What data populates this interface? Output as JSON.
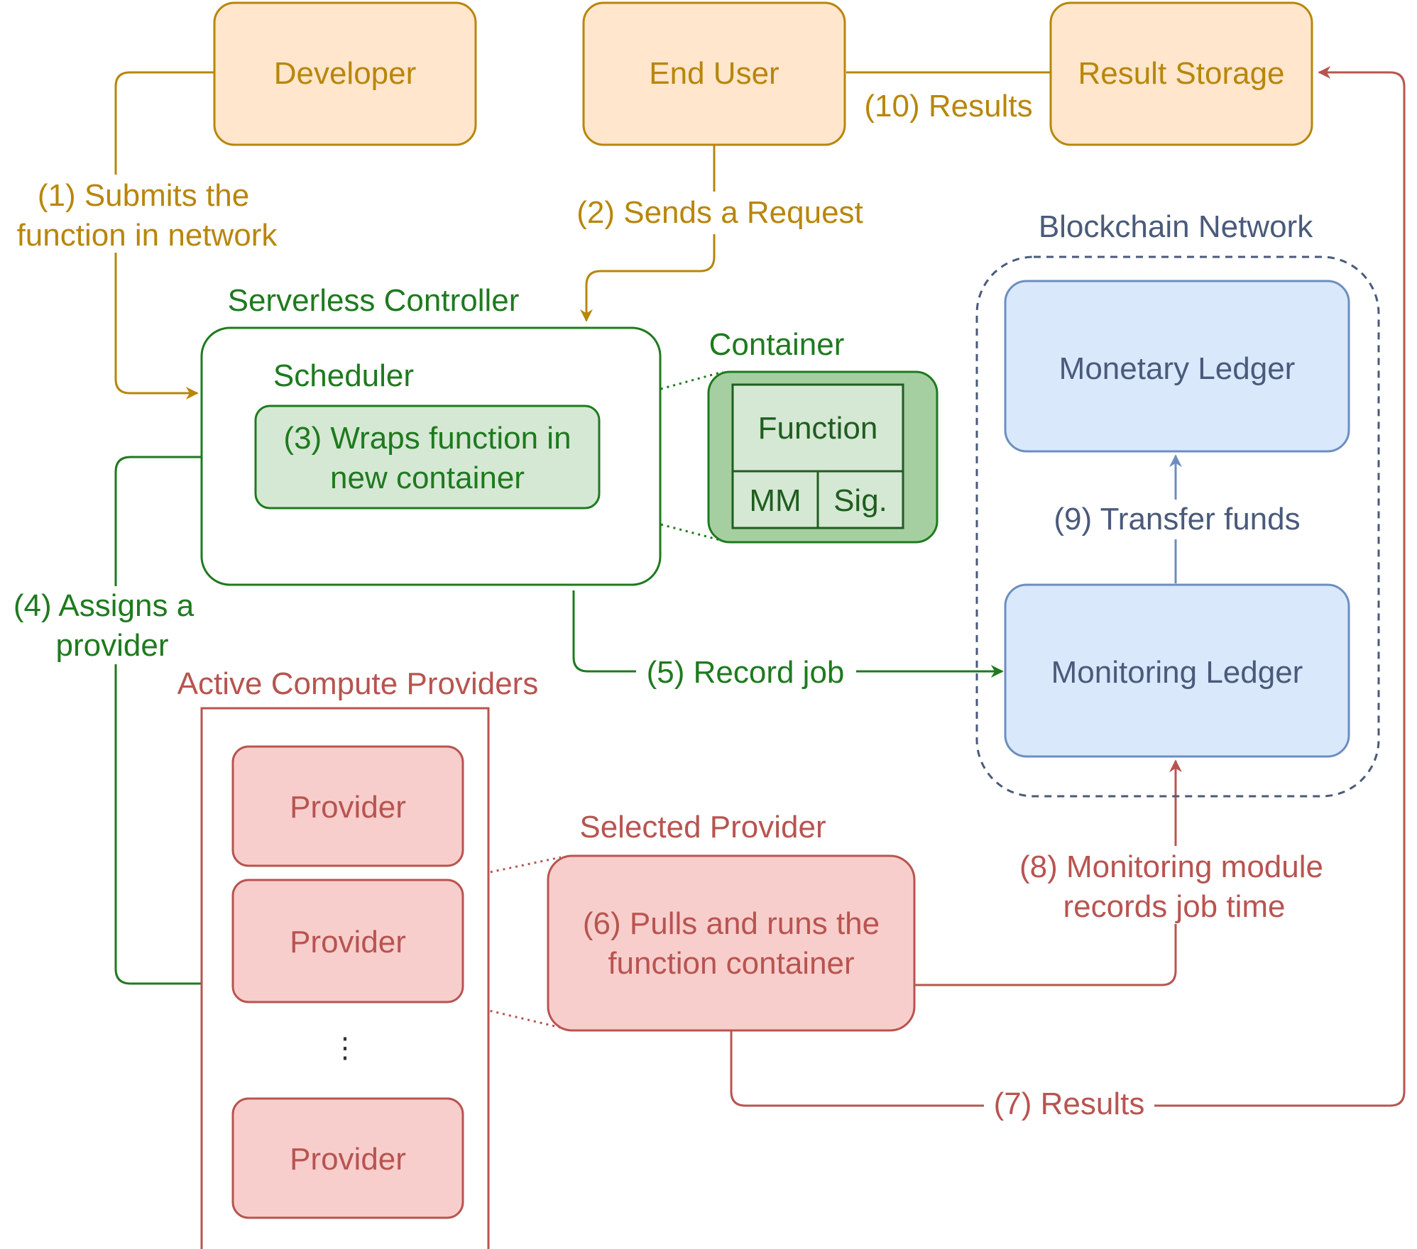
{
  "nodes": {
    "developer": "Developer",
    "end_user": "End User",
    "result_storage": "Result Storage",
    "serverless_controller": "Serverless Controller",
    "scheduler": "Scheduler",
    "wraps_line1": "(3) Wraps function in",
    "wraps_line2": "new container",
    "container": "Container",
    "function": "Function",
    "mm": "MM",
    "sig": "Sig.",
    "blockchain_network": "Blockchain Network",
    "monetary_ledger": "Monetary Ledger",
    "monitoring_ledger": "Monitoring Ledger",
    "active_compute_providers": "Active Compute Providers",
    "provider_1": "Provider",
    "provider_2": "Provider",
    "provider_3": "Provider",
    "ellipsis": "⋮",
    "selected_provider": "Selected Provider",
    "pulls_line1": "(6) Pulls and runs the",
    "pulls_line2": "function container"
  },
  "edges": {
    "submit_line1": "(1) Submits the",
    "submit_line2": "function in network",
    "sends_request": "(2) Sends a Request",
    "assigns_line1": "(4) Assigns a",
    "assigns_line2": "provider",
    "record_job": "(5) Record job",
    "results_7": "(7) Results",
    "monitor_line1": "(8) Monitoring module",
    "monitor_line2": "records job time",
    "transfer_funds": "(9) Transfer funds",
    "results_10": "(10) Results"
  },
  "colors": {
    "gold_stroke": "#B8860B",
    "gold_fill": "#FFE6CC",
    "green_stroke": "#1E7A1E",
    "green_fill": "#D5E8D4",
    "green_dark_fill": "#A5CFA1",
    "red_stroke": "#B85450",
    "red_fill": "#F8CECC",
    "blue_stroke": "#6C8EBF",
    "blue_fill": "#DAE8FC",
    "navy": "#4A5A7A"
  }
}
